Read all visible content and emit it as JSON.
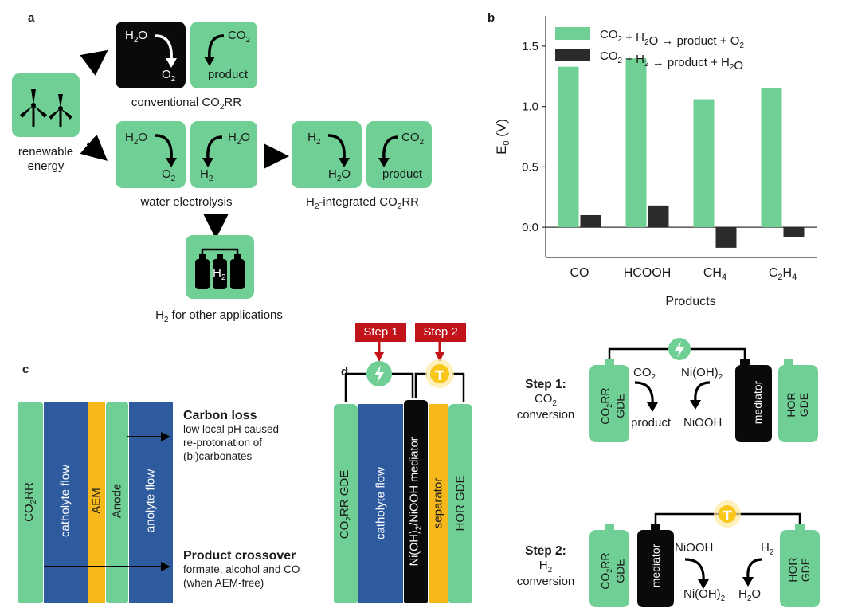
{
  "panels": {
    "a": "a",
    "b": "b",
    "c": "c",
    "d": "d"
  },
  "panel_a": {
    "renewable_label_1": "renewable",
    "renewable_label_2": "energy",
    "conventional_left_top": "H",
    "conventional_left_bottom": "O",
    "conventional_right_top": "CO",
    "conventional_right_bottom": "product",
    "conventional_caption": "conventional CO",
    "conventional_caption_suffix": "RR",
    "electrolysis_left_top": "H",
    "electrolysis_left_bottom": "O",
    "electrolysis_right_top": "H",
    "electrolysis_right_bottom": "H",
    "electrolysis_caption": "water electrolysis",
    "h2co2_left_top": "H",
    "h2co2_left_bottom": "H",
    "h2co2_right_top": "CO",
    "h2co2_right_bottom": "product",
    "h2co2_caption_pre": "H",
    "h2co2_caption_mid": "-integrated CO",
    "h2co2_caption_suffix": "RR",
    "storage_label": "H",
    "applications_caption_pre": "H",
    "applications_caption_post": " for other applications",
    "sub2": "2",
    "sub_o": "O"
  },
  "chart_data": {
    "type": "bar",
    "categories": [
      "CO",
      "HCOOH",
      "CH4",
      "C2H4"
    ],
    "series": [
      {
        "name": "CO2 + H2O → product + O2",
        "values": [
          1.33,
          1.4,
          1.06,
          1.15
        ],
        "color": "#6fcf94"
      },
      {
        "name": "CO2 + H2 → product + H2O",
        "values": [
          0.1,
          0.18,
          -0.17,
          -0.08
        ],
        "color": "#2b2b2b"
      }
    ],
    "xlabel": "Products",
    "ylabel": "E0 (V)",
    "ylim": [
      -0.25,
      1.75
    ],
    "yticks": [
      "0.0",
      "0.5",
      "1.0",
      "1.5"
    ],
    "legend_placement": "top-left"
  },
  "panel_c": {
    "co2rr": "CO",
    "co2rr_suffix": "RR",
    "catholyte": "catholyte flow",
    "aem": "AEM",
    "anode": "Anode",
    "anolyte": "anolyte flow",
    "carbon_loss_title": "Carbon loss",
    "carbon_loss_text": [
      "low local pH caused",
      "re-protonation of",
      "(bi)carbonates"
    ],
    "crossover_title": "Product crossover",
    "crossover_text": [
      "formate, alcohol and CO",
      "(when AEM-free)"
    ]
  },
  "panel_d": {
    "step1_chip": "Step 1",
    "step2_chip": "Step 2",
    "co2rr_gde": "CO",
    "co2rr_gde_suffix": "RR GDE",
    "catholyte": "catholyte  flow",
    "mediator": "Ni(OH)",
    "mediator_suffix": "/NiOOH mediator",
    "separator": "separator",
    "hor_gde": "HOR GDE",
    "step1_title": "Step 1:",
    "step1_sub_pre": "CO",
    "step1_sub_post": "conversion",
    "step2_title": "Step 2:",
    "step2_sub_pre": "H",
    "step2_sub_post": "conversion",
    "gde_co2rr_top": "CO",
    "gde_co2rr_top_suffix": "RR",
    "gde_word": "GDE",
    "mediator_word": "mediator",
    "hor_word": "HOR",
    "s1_co2": "CO",
    "s1_product": "product",
    "s1_nioh": "Ni(OH)",
    "s1_niooh": "NiOOH",
    "s2_niooh": "NiOOH",
    "s2_nioh": "Ni(OH)",
    "s2_h2": "H",
    "s2_h2o_pre": "H",
    "s2_h2o_post": "O"
  }
}
